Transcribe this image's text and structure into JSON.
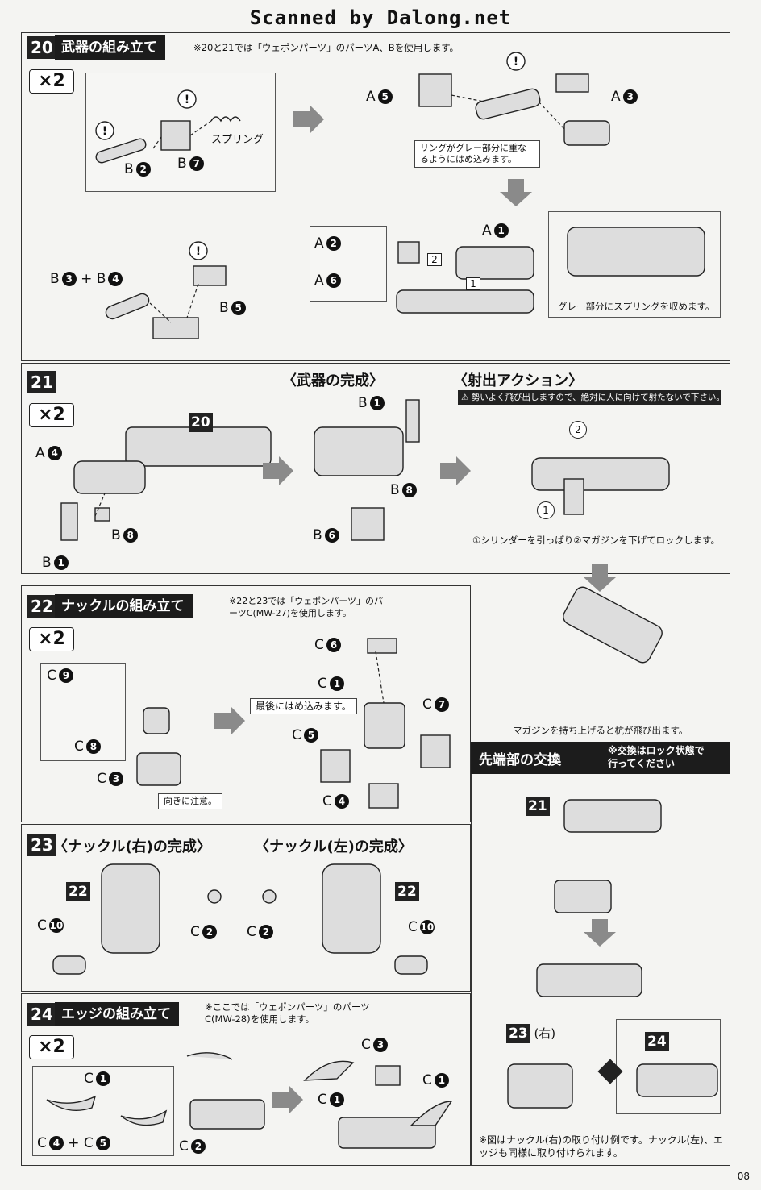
{
  "watermark": "Scanned by Dalong.net",
  "page_number": "08",
  "x2_label": "×2",
  "step20": {
    "num": "20",
    "title": "武器の組み立て",
    "note": "※20と21では「ウェポンパーツ」のパーツA、Bを使用します。",
    "labels": {
      "spring": "スプリング",
      "b2": "B",
      "b7": "B",
      "b3b4_a": "B",
      "b3b4_plus": "+ B",
      "b5": "B",
      "a5": "A",
      "a3": "A",
      "a2": "A",
      "a6": "A",
      "a1": "A"
    },
    "circ": {
      "b2": "2",
      "b7": "7",
      "b3": "3",
      "b4": "4",
      "b5": "5",
      "a5": "5",
      "a3": "3",
      "a2": "2",
      "a6": "6",
      "a1": "1"
    },
    "callout_ring": "リングがグレー部分に重なるようにはめ込みます。",
    "callout_spring": "グレー部分にスプリングを収めます。",
    "order1": "1",
    "order2": "2",
    "warn_mark": "!"
  },
  "step21": {
    "num": "21",
    "ref20": "20",
    "labels": {
      "a4": "A",
      "b8": "B",
      "b1": "B"
    },
    "circ": {
      "a4": "4",
      "b8": "8",
      "b1": "1"
    }
  },
  "weapon_complete": {
    "title": "〈武器の完成〉",
    "labels": {
      "b1": "B",
      "b8": "B",
      "b6": "B"
    },
    "circ": {
      "b1": "1",
      "b8": "8",
      "b6": "6"
    }
  },
  "shoot_action": {
    "title": "〈射出アクション〉",
    "warning": "勢いよく飛び出しますので、絶対に人に向けて射たないで下さい。",
    "step1": "1",
    "step2": "2",
    "caption1": "①シリンダーを引っぱり②マガジンを下げてロックします。",
    "caption2": "マガジンを持ち上げると杭が飛び出ます。"
  },
  "step22": {
    "num": "22",
    "title": "ナックルの組み立て",
    "note": "※22と23では「ウェポンパーツ」のパーツC(MW-27)を使用します。",
    "labels": {
      "c9": "C",
      "c8": "C",
      "c3": "C",
      "c6": "C",
      "c1": "C",
      "c7": "C",
      "c5": "C",
      "c4": "C"
    },
    "circ": {
      "c9": "9",
      "c8": "8",
      "c3": "3",
      "c6": "6",
      "c1": "1",
      "c7": "7",
      "c5": "5",
      "c4": "4"
    },
    "callout_last": "最後にはめ込みます。",
    "callout_dir": "向きに注意。"
  },
  "step23": {
    "num": "23",
    "title_right": "〈ナックル(右)の完成〉",
    "title_left": "〈ナックル(左)の完成〉",
    "ref22": "22",
    "labels": {
      "c10r": "C",
      "c2r": "C",
      "c2l": "C",
      "c10l": "C"
    },
    "circ": {
      "c10r": "10",
      "c2r": "2",
      "c2l": "2",
      "c10l": "10"
    }
  },
  "step24": {
    "num": "24",
    "title": "エッジの組み立て",
    "note": "※ここでは「ウェポンパーツ」のパーツC(MW-28)を使用します。",
    "labels": {
      "c1a": "C",
      "c4c5_a": "C",
      "c4c5_plus": "+ C",
      "c2": "C",
      "c3": "C",
      "c1b": "C",
      "c1c": "C"
    },
    "circ": {
      "c1a": "1",
      "c4": "4",
      "c5": "5",
      "c2": "2",
      "c3": "3",
      "c1b": "1",
      "c1c": "1"
    }
  },
  "tip_exchange": {
    "title": "先端部の交換",
    "note": "※交換はロック状態で行ってください",
    "ref21": "21",
    "ref23": "23",
    "ref23_side": "(右)",
    "ref24": "24",
    "caption": "※図はナックル(右)の取り付け例です。ナックル(左)、エッジも同様に取り付けられます。"
  }
}
